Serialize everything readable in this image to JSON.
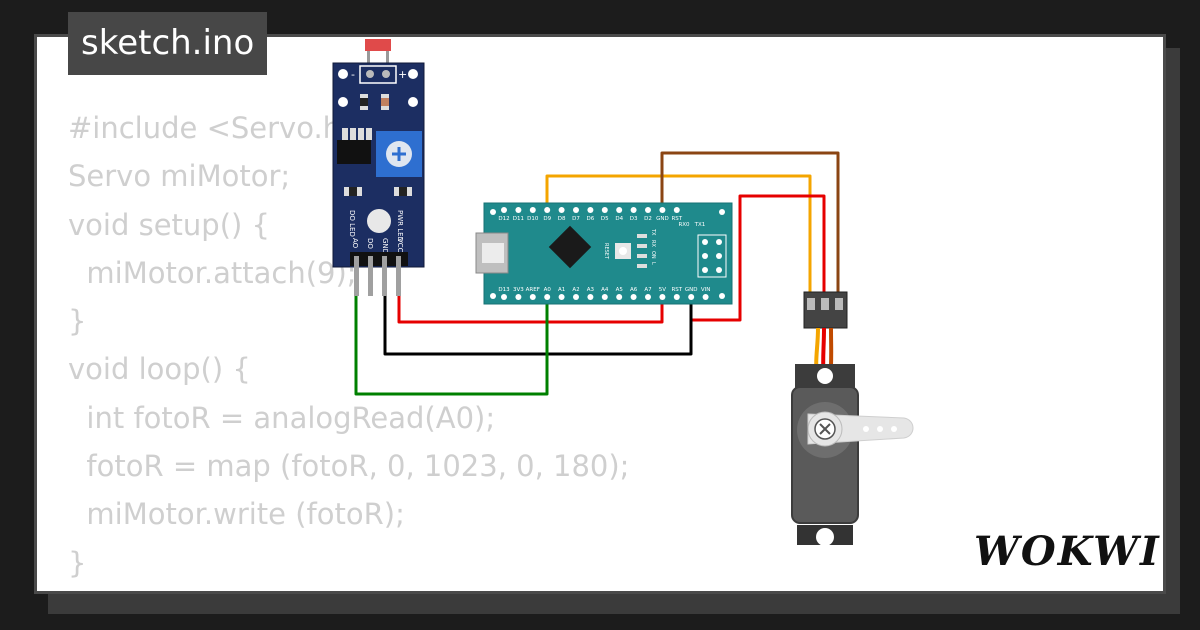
{
  "project": {
    "filename": "sketch.ino",
    "brand": "WOKWI"
  },
  "code": {
    "lines": [
      "#include <Servo.h>",
      "Servo miMotor;",
      "void setup() {",
      "  miMotor.attach(9);",
      "}",
      "void loop() {",
      "  int fotoR = analogRead(A0);",
      "  fotoR = map (fotoR, 0, 1023, 0, 180);",
      "  miMotor.write (fotoR);",
      "}"
    ]
  },
  "sensor_module": {
    "top_labels": [
      "-",
      "+"
    ],
    "side_labels": [
      "DO LED",
      "PWR LED"
    ],
    "pin_labels": [
      "AO",
      "DO",
      "GND",
      "VCC"
    ]
  },
  "arduino_nano": {
    "top_pins": [
      "D12",
      "D11",
      "D10",
      "D9",
      "D8",
      "D7",
      "D6",
      "D5",
      "D4",
      "D3",
      "D2",
      "GND",
      "RST",
      "RX0",
      "TX1"
    ],
    "bottom_pins": [
      "D13",
      "3V3",
      "AREF",
      "A0",
      "A1",
      "A2",
      "A3",
      "A4",
      "A5",
      "A6",
      "A7",
      "5V",
      "RST",
      "GND",
      "VIN"
    ],
    "led_labels": [
      "TX",
      "RX",
      "ON",
      "L"
    ],
    "reset_label": "RESET"
  },
  "wires": {
    "colors": {
      "signal": "#f4a500",
      "ground_servo": "#8b4513",
      "power": "#e60000",
      "ground": "#000000",
      "analog": "#008000"
    }
  },
  "colors": {
    "board": "#1f8a8c",
    "module": "#1c2e62",
    "servo": "#555555",
    "code_text": "#cfcfcf",
    "tag_bg": "#474747"
  }
}
